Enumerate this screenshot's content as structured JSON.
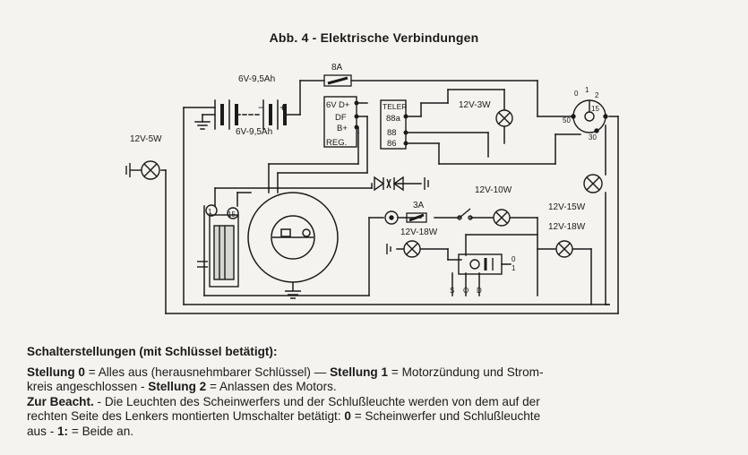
{
  "title": "Abb. 4 - Elektrische Verbindungen",
  "labels": {
    "battery_top": "6V-9,5Ah",
    "battery_bottom": "6V-9,5Ah",
    "fuse_8a": "8A",
    "lamp_left": "12V-5W",
    "lamp_top": "12V-3W",
    "fuse_3a": "3A",
    "lamp_mid": "12V-10W",
    "lamp_lower_left": "12V-18W",
    "lamp_right_top": "12V-15W",
    "lamp_right_bottom": "12V-18W",
    "reg_6v": "6V",
    "reg_d": "D+",
    "reg_df": "DF",
    "reg_b": "B+",
    "reg_name": "REG.",
    "tele_name": "TELER",
    "tele_88a": "88a",
    "tele_88": "88",
    "tele_86": "86",
    "coil_1": "1",
    "coil_15": "15",
    "ign_0": "0",
    "ign_1": "1",
    "ign_2": "2",
    "ign_15": "15",
    "ign_50": "50",
    "ign_30": "30",
    "sw_0": "0",
    "sw_1": "1",
    "sw_s": "S",
    "sw_o": "O",
    "sw_d": "D"
  },
  "legend": {
    "heading": "Schalterstellungen (mit Schlüssel betätigt):",
    "l1_b1": "Stellung 0",
    "l1_t1": " = Alles aus (herausnehmbarer Schlüssel) — ",
    "l1_b2": "Stellung 1",
    "l1_t2": " = Motorzündung und Strom-",
    "l2_t1": "kreis angeschlossen - ",
    "l2_b1": "Stellung 2",
    "l2_t2": " = Anlassen des Motors.",
    "l3_b1": "Zur Beacht.",
    "l3_t1": " - Die Leuchten des Scheinwerfers und der Schlußleuchte werden von dem auf der",
    "l4_t1": "rechten Seite des Lenkers montierten Umschalter betätigt: ",
    "l4_b1": "0",
    "l4_t2": " = Scheinwerfer und Schlußleuchte",
    "l5_t1": "aus - ",
    "l5_b1": "1:",
    "l5_t2": " = Beide an."
  }
}
